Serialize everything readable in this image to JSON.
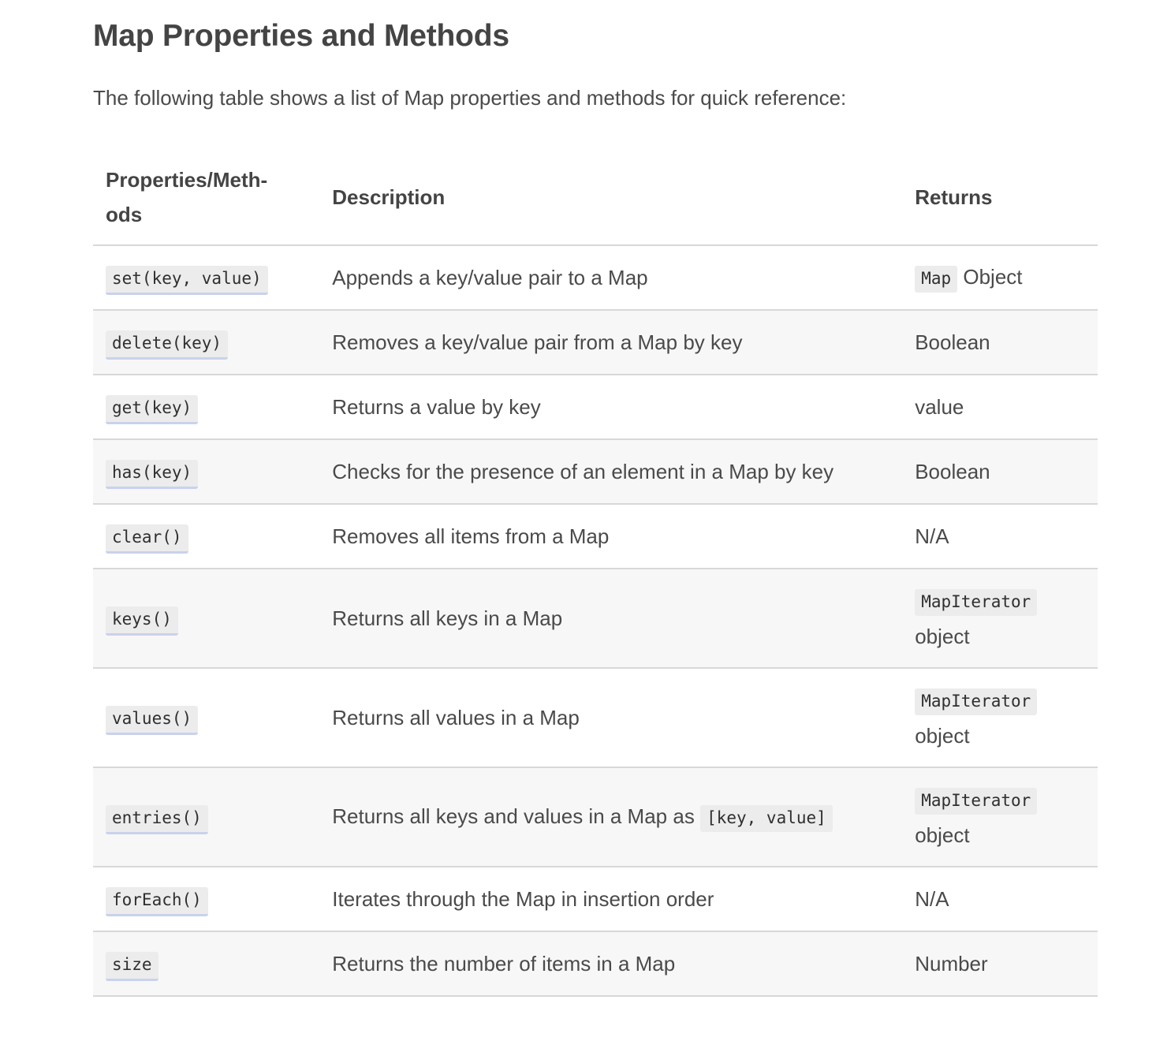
{
  "heading": "Map Properties and Methods",
  "intro": "The following table shows a list of Map properties and methods for quick reference:",
  "table": {
    "headers": {
      "method": "Properties/Meth-ods",
      "description": "Description",
      "returns": "Returns"
    },
    "rows": [
      {
        "method": "set(key, value)",
        "description": "Appends a key/value pair to a Map",
        "returns_code": "Map",
        "returns_text": "Object"
      },
      {
        "method": "delete(key)",
        "description": "Removes a key/value pair from a Map by key",
        "returns_text": "Boolean"
      },
      {
        "method": "get(key)",
        "description": "Returns a value by key",
        "returns_text": "value"
      },
      {
        "method": "has(key)",
        "description": "Checks for the presence of an element in a Map by key",
        "returns_text": "Boolean"
      },
      {
        "method": "clear()",
        "description": "Removes all items from a Map",
        "returns_text": "N/A"
      },
      {
        "method": "keys()",
        "description": "Returns all keys in a Map",
        "returns_code": "MapIterator",
        "returns_text": "object"
      },
      {
        "method": "values()",
        "description": "Returns all values in a Map",
        "returns_code": "MapIterator",
        "returns_text": "object"
      },
      {
        "method": "entries()",
        "description": "Returns all keys and values in a Map as",
        "description_code": "[key, value]",
        "returns_code": "MapIterator",
        "returns_text": "object"
      },
      {
        "method": "forEach()",
        "description": "Iterates through the Map in insertion order",
        "returns_text": "N/A"
      },
      {
        "method": "size",
        "description": "Returns the number of items in a Map",
        "returns_text": "Number"
      }
    ]
  }
}
